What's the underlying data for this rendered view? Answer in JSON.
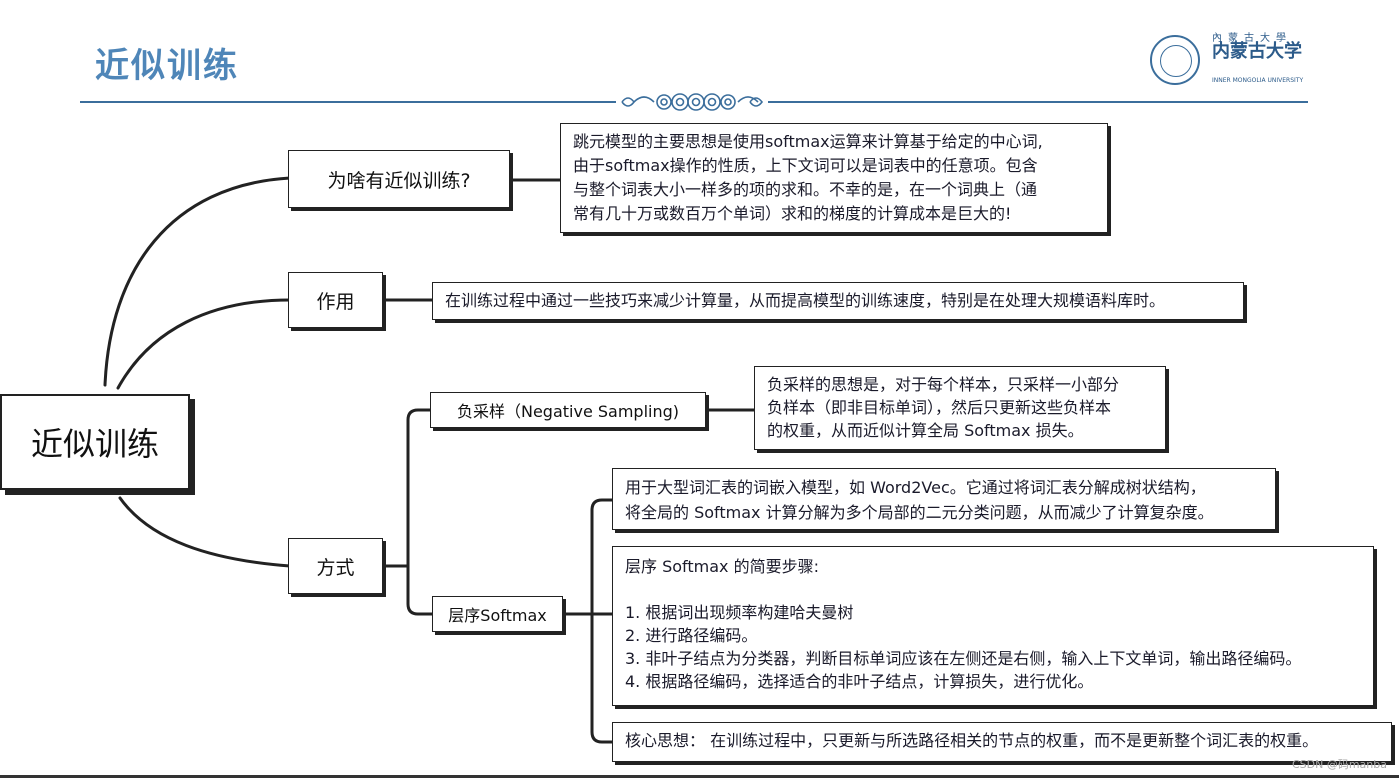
{
  "header": {
    "title": "近似训练",
    "logo": {
      "name": "内蒙古大学",
      "top": "內蒙古大學",
      "en": "INNER MONGOLIA UNIVERSITY"
    }
  },
  "root": {
    "label": "近似训练"
  },
  "branches": {
    "why": {
      "label": "为啥有近似训练?",
      "note": [
        "跳元模型的主要思想是使用softmax运算来计算基于给定的中心词,",
        "由于softmax操作的性质，上下文词可以是词表中的任意项。包含",
        "与整个词表大小一样多的项的求和。不幸的是，在一个词典上（通",
        "常有几十万或数百万个单词）求和的梯度的计算成本是巨大的!"
      ]
    },
    "role": {
      "label": "作用",
      "note": "在训练过程中通过一些技巧来减少计算量，从而提高模型的训练速度，特别是在处理大规模语料库时。"
    },
    "method": {
      "label": "方式",
      "neg": {
        "label": "负采样（Negative Sampling)",
        "note": [
          "负采样的思想是，对于每个样本，只采样一小部分",
          "负样本（即非目标单词），然后只更新这些负样本",
          "的权重，从而近似计算全局 Softmax 损失。"
        ]
      },
      "hier": {
        "label": "层序Softmax",
        "note1": [
          "用于大型词汇表的词嵌入模型，如 Word2Vec。它通过将词汇表分解成树状结构，",
          "将全局的 Softmax 计算分解为多个局部的二元分类问题，从而减少了计算复杂度。"
        ],
        "steps_title": "层序 Softmax 的简要步骤:",
        "steps": [
          "1. 根据词出现频率构建哈夫曼树",
          "2. 进行路径编码。",
          "3. 非叶子结点为分类器，判断目标单词应该在左侧还是右侧，输入上下文单词，输出路径编码。",
          "4. 根据路径编码，选择适合的非叶子结点，计算损失，进行优化。"
        ],
        "core": "核心思想：  在训练过程中，只更新与所选路径相关的节点的权重，而不是更新整个词汇表的权重。"
      }
    }
  },
  "watermark": "CSDN @码manba",
  "colors": {
    "title": "#4f86b8",
    "rule": "#3b6e9c",
    "ink": "#222222"
  }
}
